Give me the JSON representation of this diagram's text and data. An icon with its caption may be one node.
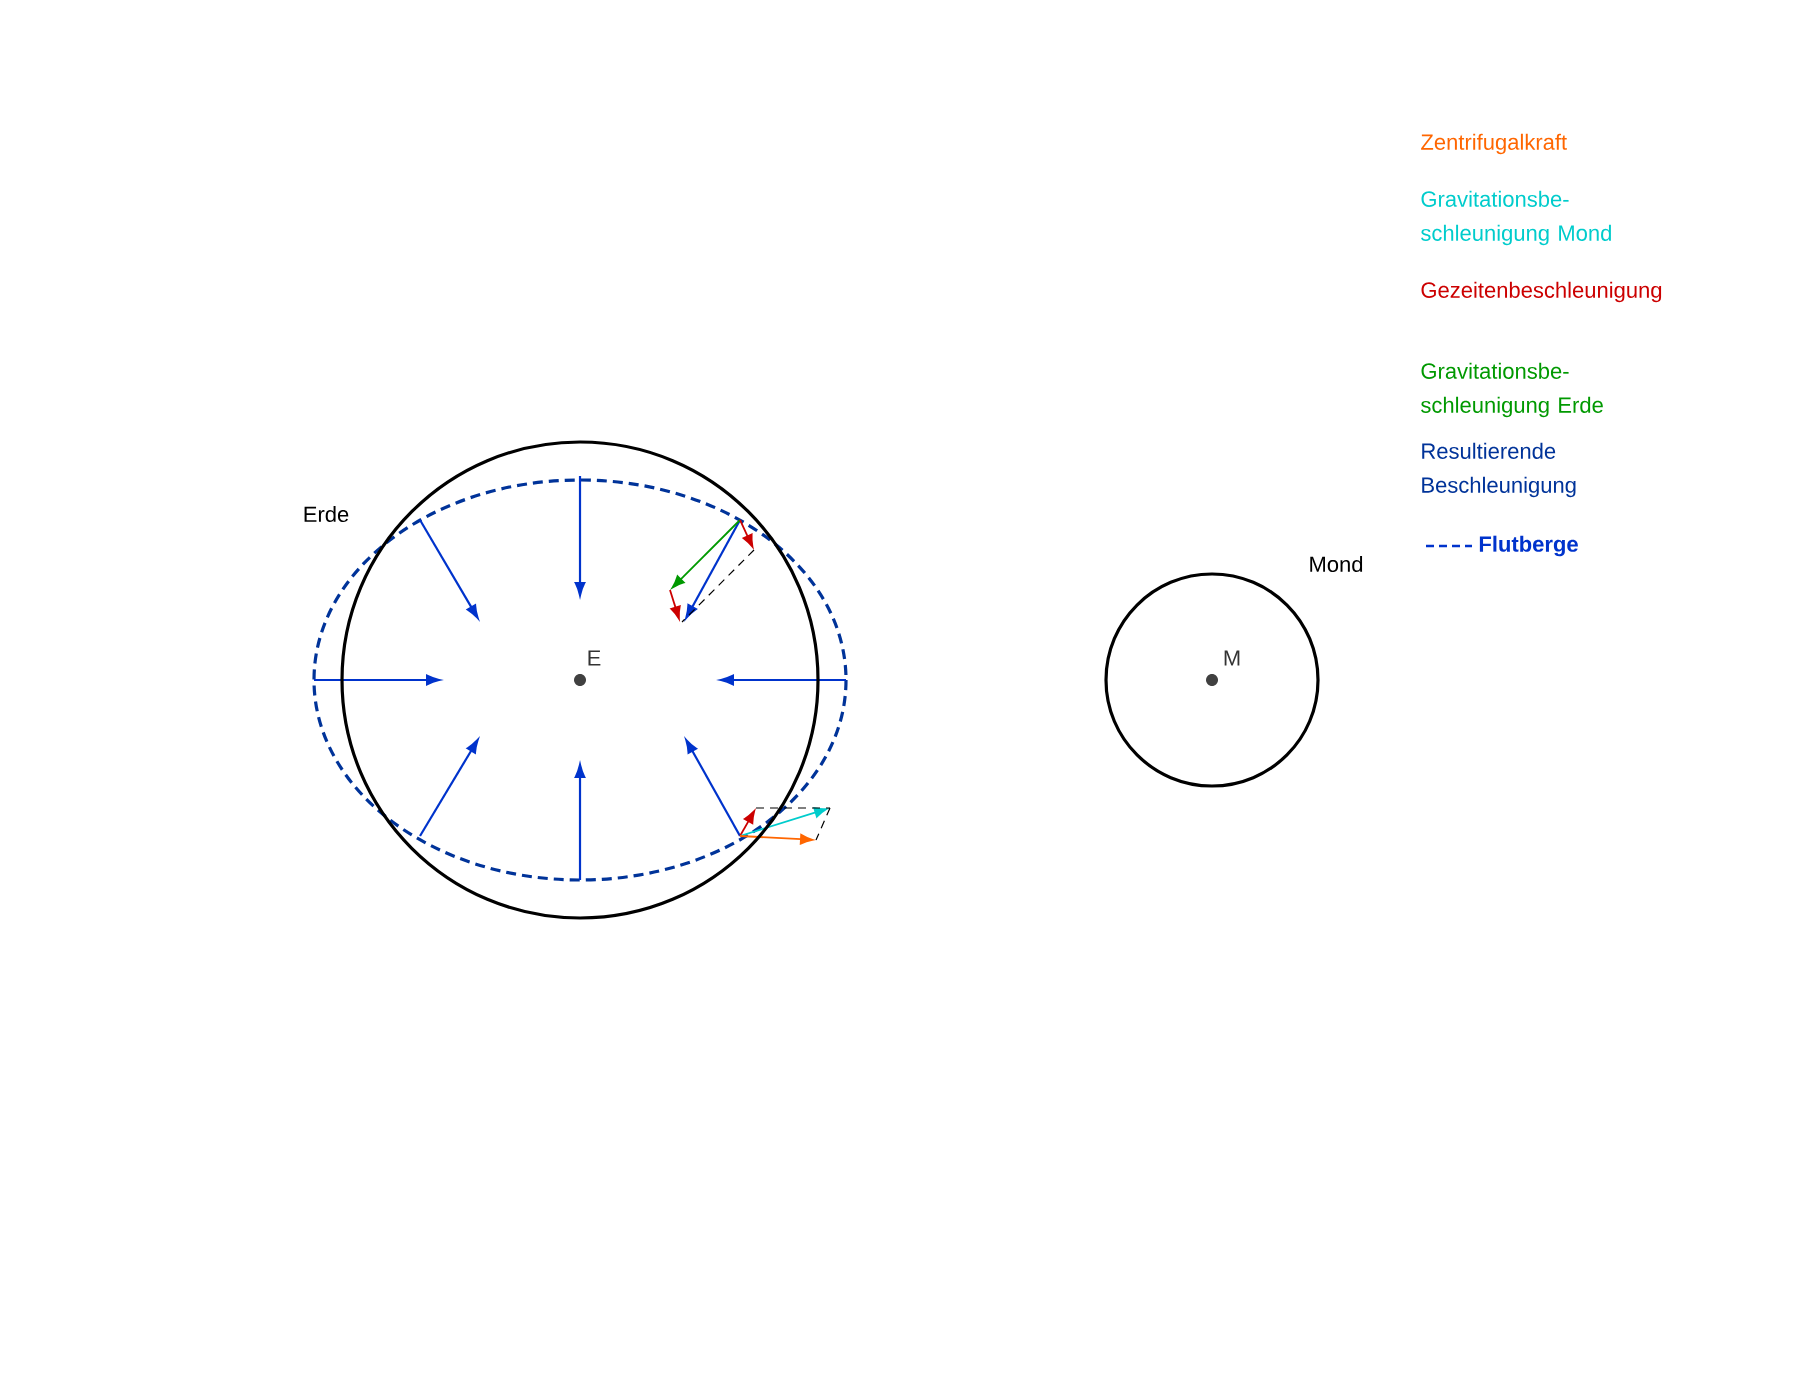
{
  "diagram": {
    "nodes": [
      {
        "text": [
          "Erde",
          "E"
        ]
      },
      {
        "text": [
          "Mond",
          "M"
        ]
      }
    ],
    "legend": [
      {
        "text": "Zentrifugalkraft",
        "color": "#ff6600"
      },
      {
        "text": "Gravitationsbe- schleunigung Mond",
        "color": "#00cccc"
      },
      {
        "text": "Gezeitenbeschleunigung",
        "color": "#cc0000"
      },
      {
        "text": "Gravitationsbe- schleunigung Erde",
        "color": "#009900"
      },
      {
        "text": "Resultierende Beschleunigung",
        "color": "#003399"
      },
      {
        "text": "Flutberge"
      }
    ]
  }
}
